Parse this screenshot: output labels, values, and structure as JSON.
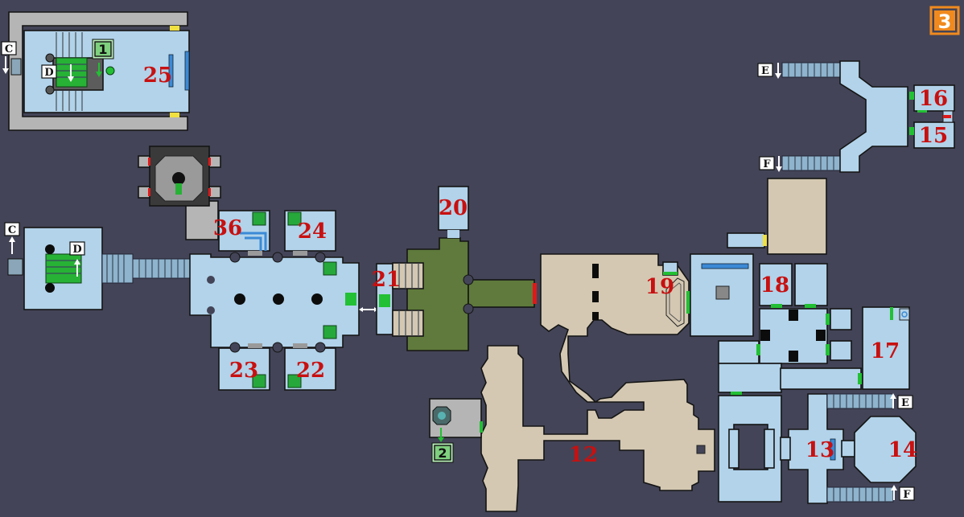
{
  "floor": {
    "label": "3",
    "color": "#f08a1e"
  },
  "rooms": [
    {
      "id": "r12",
      "label": "12"
    },
    {
      "id": "r13",
      "label": "13"
    },
    {
      "id": "r14",
      "label": "14"
    },
    {
      "id": "r15",
      "label": "15"
    },
    {
      "id": "r16",
      "label": "16"
    },
    {
      "id": "r17",
      "label": "17"
    },
    {
      "id": "r18",
      "label": "18"
    },
    {
      "id": "r19",
      "label": "19"
    },
    {
      "id": "r20",
      "label": "20"
    },
    {
      "id": "r21",
      "label": "21"
    },
    {
      "id": "r22",
      "label": "22"
    },
    {
      "id": "r23",
      "label": "23"
    },
    {
      "id": "r24",
      "label": "24"
    },
    {
      "id": "r25",
      "label": "25"
    },
    {
      "id": "r36",
      "label": "36"
    }
  ],
  "connections": {
    "c_top": "C",
    "c_left": "C",
    "d_top": "D",
    "d_left": "D",
    "e_top": "E",
    "e_bottom": "E",
    "f_top": "F",
    "f_bottom": "F"
  },
  "markers": {
    "m1": "1",
    "m2": "2"
  },
  "colors": {
    "room": "#b2d3ea",
    "corridor": "#d4c8b2",
    "garden": "#5f7a3c",
    "background": "#434457",
    "room_number": "#c81010"
  }
}
